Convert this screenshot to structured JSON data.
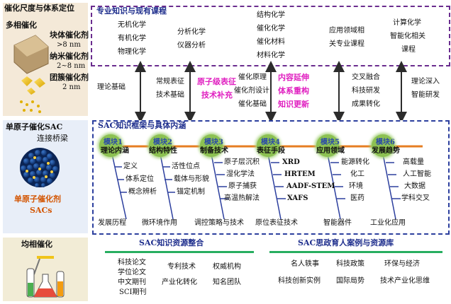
{
  "left": {
    "header": "催化尺度与体系定位",
    "multi_phase": "多相催化",
    "bulk_label": "块体催化剂",
    "bulk_size": ">8 nm",
    "nano_label": "纳米催化剂",
    "nano_size": "2~8 nm",
    "cluster_label": "团簇催化剂",
    "cluster_size": "2 nm",
    "sac_bridge_line1": "单原子催化SAC",
    "sac_bridge_line2": "连接桥梁",
    "sac_name_line1": "单原子催化剂",
    "sac_name_line2": "SACs",
    "homogeneous": "均相催化"
  },
  "courses": {
    "title": "专业知识与现有课程",
    "group1": [
      "无机化学",
      "有机化学",
      "物理化学"
    ],
    "group2": [
      "分析化学",
      "仪器分析"
    ],
    "group3": [
      "结构化学",
      "催化化学",
      "催化材料",
      "材料化学"
    ],
    "group4": [
      "应用领域相",
      "关专业课程"
    ],
    "group5": [
      "计算化学",
      "智能化相关",
      "课程"
    ]
  },
  "bridge": {
    "theory": "理论基础",
    "conventional": [
      "常规表征",
      "技术基础"
    ],
    "atomic_char": [
      "原子级表征",
      "技术补充"
    ],
    "catalysis": [
      "催化原理",
      "催化剂设计",
      "催化基础"
    ],
    "content_ext": [
      "内容延伸",
      "体系重构",
      "知识更新"
    ],
    "cross": [
      "交叉融合",
      "科技研发",
      "成果转化"
    ],
    "deep_theory": [
      "理论深入",
      "智能研发"
    ]
  },
  "framework": {
    "title": "SAC知识框架与具体内涵",
    "modules": [
      {
        "label": "模块1",
        "name": "理论内涵",
        "items": [
          "定义",
          "体系定位",
          "概念辨析"
        ],
        "bottom": "发展历程"
      },
      {
        "label": "模块2",
        "name": "结构特性",
        "items": [
          "活性位点",
          "载体与形貌",
          "锚定机制"
        ],
        "bottom": "微环境作用"
      },
      {
        "label": "模块3",
        "name": "制备技术",
        "items": [
          "原子层沉积",
          "湿化学法",
          "原子捕获",
          "高温热解法"
        ],
        "bottom": "调控策略与技术"
      },
      {
        "label": "模块4",
        "name": "表征手段",
        "items": [
          "XRD",
          "HRTEM",
          "AADF-STEM",
          "XAFS"
        ],
        "bottom": "原位表征技术"
      },
      {
        "label": "模块5",
        "name": "应用领域",
        "items": [
          "能源转化",
          "化工",
          "环境",
          "医药"
        ],
        "bottom": "智能器件"
      },
      {
        "label": "模块6",
        "name": "发展趋势",
        "items": [
          "高载量",
          "人工智能",
          "大数据",
          "学科交叉"
        ],
        "bottom": "工业化应用"
      }
    ]
  },
  "resources": {
    "title": "SAC知识资源整合",
    "col1": [
      "科技论文",
      "学位论文",
      "中文期刊",
      "SCI期刊"
    ],
    "col2": [
      "专利技术",
      "产业化转化"
    ],
    "col3": [
      "权威机构",
      "知名团队"
    ]
  },
  "ideology": {
    "title": "SAC思政育人案例与资源库",
    "col1": [
      "名人轶事",
      "科技创新实例"
    ],
    "col2": [
      "科技政策",
      "国际局势"
    ],
    "col3": [
      "环保与经济",
      "技术产业化思维"
    ]
  },
  "colors": {
    "module_green": "#8cc152",
    "timeline_orange": "#e67e22",
    "title_blue": "#2b4aa8",
    "highlight_magenta": "#e020c0",
    "course_border": "#6a2c8e",
    "framework_border": "#2c3f9e",
    "resource_line": "#27ae60"
  }
}
